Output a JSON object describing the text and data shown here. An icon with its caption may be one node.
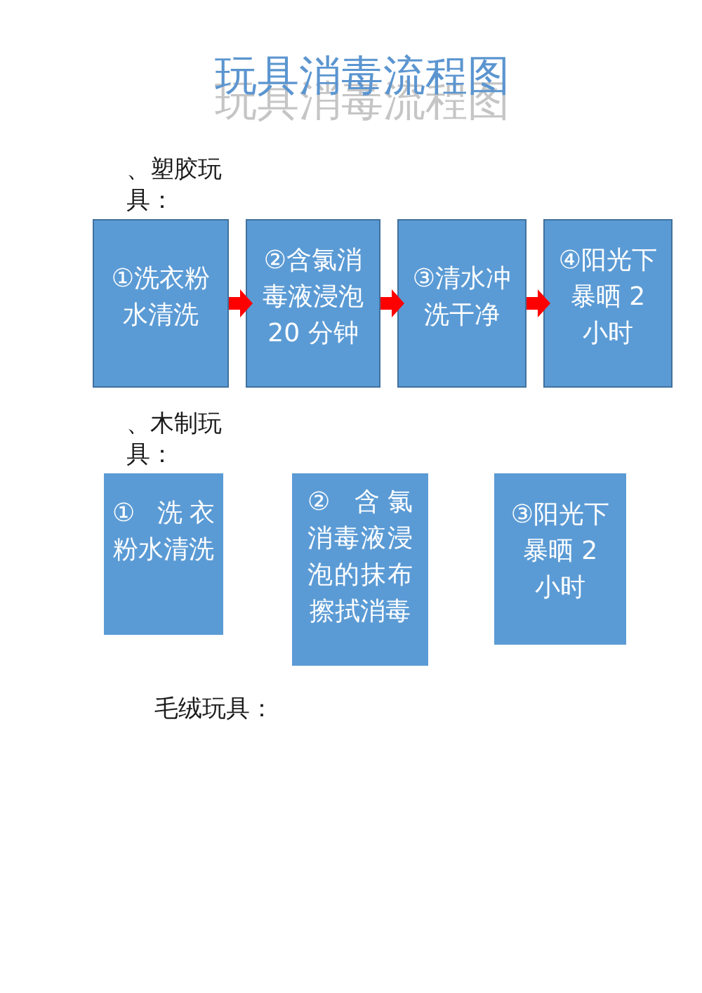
{
  "diagram": {
    "title": "玩具消毒流程图",
    "nodes": [
      {
        "text": [
          "①洗衣粉水清洗"
        ]
      },
      {
        "text": [
          "②含氯消毒液浸泡20 分钟"
        ]
      },
      {
        "text": [
          "③清水冲洗干净"
        ]
      },
      {
        "text": [
          "④阳光下暴晒 2 小时"
        ]
      },
      {
        "text": [
          "① 洗衣粉水清洗"
        ]
      },
      {
        "text": [
          "② 含氯消毒液浸泡的抹布擦拭消毒"
        ]
      },
      {
        "text": [
          "③阳光下暴晒 2 小时"
        ]
      }
    ],
    "edges": [
      {
        "from": 0,
        "to": 1,
        "arrow": "to"
      },
      {
        "from": 1,
        "to": 2,
        "arrow": "to"
      },
      {
        "from": 2,
        "to": 3,
        "arrow": "to"
      }
    ],
    "labels": [
      "、塑胶玩具：",
      "、木制玩具：",
      "毛绒玩具："
    ]
  }
}
